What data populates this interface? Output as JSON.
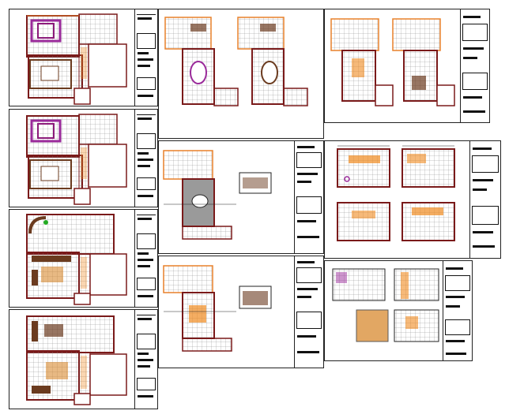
{
  "drawing_set": {
    "sheets": [
      {
        "id": "s1",
        "kind": "floor-plan-furnished",
        "variant": "purple-rugs"
      },
      {
        "id": "s2",
        "kind": "floor-plan-furnished",
        "variant": "purple-rugs"
      },
      {
        "id": "s3",
        "kind": "floor-plan-furnished",
        "variant": "brown-furniture"
      },
      {
        "id": "s4",
        "kind": "floor-plan-furnished",
        "variant": "brown-furniture"
      },
      {
        "id": "s5",
        "kind": "floor-plan-pair",
        "variant": "two-upper-plans"
      },
      {
        "id": "s6",
        "kind": "floor-plan-pair",
        "variant": "two-long-plans"
      },
      {
        "id": "s7",
        "kind": "plan-and-elevation",
        "variant": "grey-room"
      },
      {
        "id": "s8",
        "kind": "plan-and-elevation",
        "variant": "orange-room"
      },
      {
        "id": "s9",
        "kind": "bathroom-details",
        "variant": "four-plans"
      },
      {
        "id": "s10",
        "kind": "bathroom-elevations",
        "variant": "four-panels"
      }
    ]
  },
  "colors": {
    "wall": "#7a1a1a",
    "wall_outer": "#e8802a",
    "grid": "#8a8a8a",
    "furniture": "#6b3b1f",
    "rug": "#8b1a7a",
    "accent_purple": "#9a2a9a",
    "accent_orange": "#f08a20",
    "grey_floor": "#9a9a9a",
    "wood": "#d98a30",
    "plant": "#22aa22",
    "sheet_border": "#222222"
  }
}
